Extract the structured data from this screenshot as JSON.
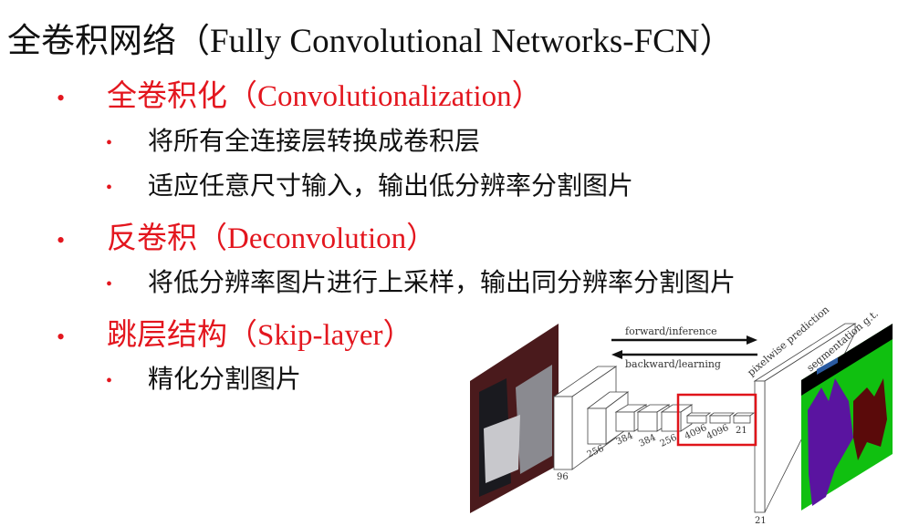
{
  "title": "全卷积网络（Fully Convolutional Networks-FCN）",
  "bullets": [
    {
      "label": "全卷积化（Convolutionalization）",
      "children": [
        "将所有全连接层转换成卷积层",
        "适应任意尺寸输入，输出低分辨率分割图片"
      ]
    },
    {
      "label": "反卷积（Deconvolution）",
      "children": [
        "将低分辨率图片进行上采样，输出同分辨率分割图片"
      ]
    },
    {
      "label": "跳层结构（Skip-layer）",
      "children": [
        "精化分割图片"
      ]
    }
  ],
  "bullet_glyph": "•",
  "diagram": {
    "forward": "forward/inference",
    "backward": "backward/learning",
    "pixelwise": "pixelwise prediction",
    "segmentation": "segmentation g.t.",
    "layers": [
      "96",
      "256",
      "384",
      "384",
      "256",
      "4096",
      "4096",
      "21"
    ],
    "output_channels": "21",
    "highlight_color": "#e0141a"
  },
  "colors": {
    "bullet_level1": "#e3161e",
    "text": "#111111"
  }
}
